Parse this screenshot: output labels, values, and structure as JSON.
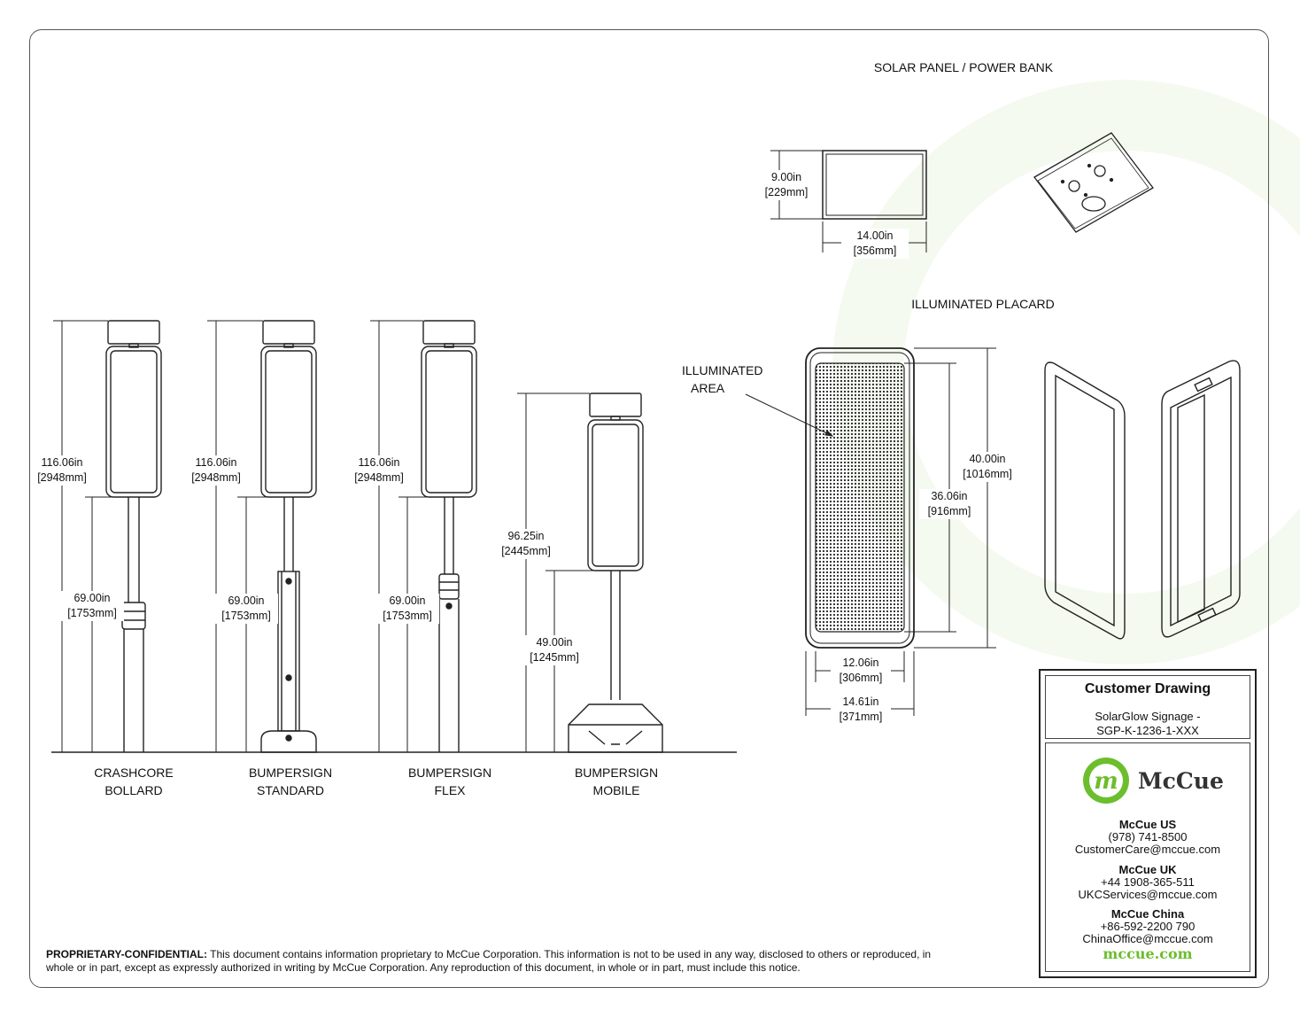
{
  "sections": {
    "solar_title": "SOLAR PANEL / POWER BANK",
    "placard_title": "ILLUMINATED PLACARD"
  },
  "solar_dims": {
    "height_in": "9.00in",
    "height_mm": "229mm",
    "width_in": "14.00in",
    "width_mm": "356mm"
  },
  "placard": {
    "area_label_1": "ILLUMINATED",
    "area_label_2": "AREA",
    "outer_h_in": "40.00in",
    "outer_h_mm": "1016mm",
    "inner_h_in": "36.06in",
    "inner_h_mm": "916mm",
    "inner_w_in": "12.06in",
    "inner_w_mm": "306mm",
    "outer_w_in": "14.61in",
    "outer_w_mm": "371mm"
  },
  "products": [
    {
      "name_1": "CRASHCORE",
      "name_2": "BOLLARD",
      "total_in": "116.06in",
      "total_mm": "2948mm",
      "sign_in": "69.00in",
      "sign_mm": "1753mm"
    },
    {
      "name_1": "BUMPERSIGN",
      "name_2": "STANDARD",
      "total_in": "116.06in",
      "total_mm": "2948mm",
      "sign_in": "69.00in",
      "sign_mm": "1753mm"
    },
    {
      "name_1": "BUMPERSIGN",
      "name_2": "FLEX",
      "total_in": "116.06in",
      "total_mm": "2948mm",
      "sign_in": "69.00in",
      "sign_mm": "1753mm"
    },
    {
      "name_1": "BUMPERSIGN",
      "name_2": "MOBILE",
      "total_in": "96.25in",
      "total_mm": "2445mm",
      "sign_in": "49.00in",
      "sign_mm": "1245mm"
    }
  ],
  "title_block": {
    "heading": "Customer Drawing",
    "product_line_1": "SolarGlow Signage -",
    "product_line_2": "SGP-K-1236-1-XXX",
    "brand": "McCue",
    "logo_letter": "m",
    "us_name": "McCue US",
    "us_phone": "(978) 741-8500",
    "us_email": "CustomerCare@mccue.com",
    "uk_name": "McCue UK",
    "uk_phone": "+44 1908-365-511",
    "uk_email": "UKCServices@mccue.com",
    "cn_name": "McCue China",
    "cn_phone": "+86-592-2200 790",
    "cn_email": "ChinaOffice@mccue.com",
    "website": "mccue.com",
    "brand_color": "#6cbe2d"
  },
  "legal": {
    "lead": "PROPRIETARY-CONFIDENTIAL:",
    "body": " This document contains information proprietary to McCue Corporation. This information is not to be used in any way, disclosed to others or reproduced, in whole or in part, except as expressly authorized in writing by McCue Corporation. Any reproduction of this document, in whole or in part, must include this notice."
  }
}
